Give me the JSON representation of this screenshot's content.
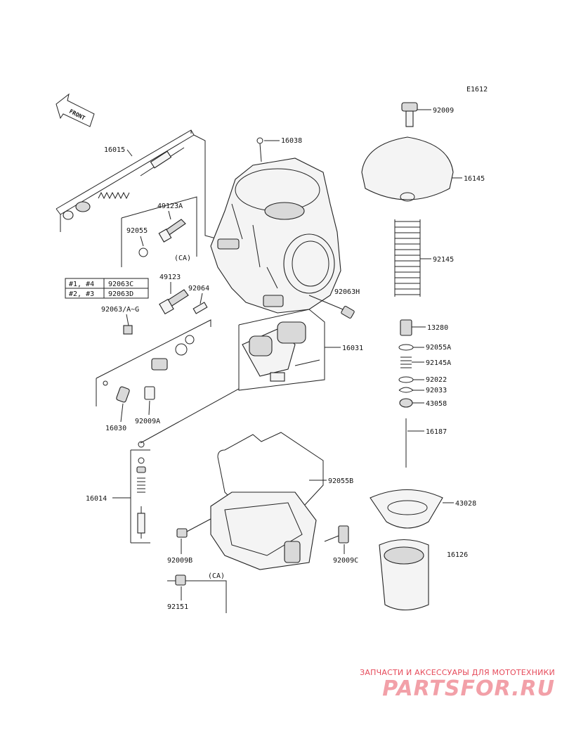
{
  "diagram": {
    "code": "E1612",
    "front_label": "FRONT",
    "ca_note": "(CA)",
    "table": [
      {
        "cylinders": "#1, #4",
        "part": "92063C"
      },
      {
        "cylinders": "#2, #3",
        "part": "92063D"
      }
    ],
    "parts": {
      "p92009": "92009",
      "p16145": "16145",
      "p92145": "92145",
      "p13280": "13280",
      "p92055A": "92055A",
      "p92145A": "92145A",
      "p92022": "92022",
      "p92033": "92033",
      "p43058": "43058",
      "p16187": "16187",
      "p43028": "43028",
      "p16126": "16126",
      "p16015": "16015",
      "p16038": "16038",
      "p49123A": "49123A",
      "p92055": "92055",
      "p49123": "49123",
      "p92064": "92064",
      "p92063H": "92063H",
      "p92063AG": "92063/A~G",
      "p16031": "16031",
      "p16030": "16030",
      "p92009A": "92009A",
      "p16014": "16014",
      "p92055B": "92055B",
      "p92009B": "92009B",
      "p92009C": "92009C",
      "p92151": "92151"
    }
  },
  "watermark": {
    "caption": "ЗАПЧАСТИ И АКСЕССУАРЫ ДЛЯ МОТОТЕХНИКИ",
    "logo": "PARTSFOR.RU"
  }
}
